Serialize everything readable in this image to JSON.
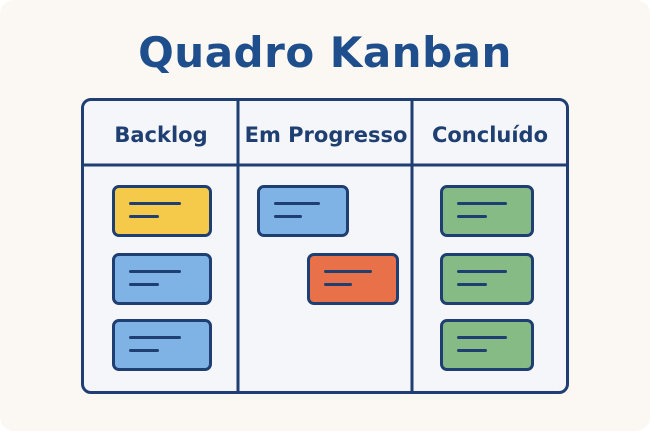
{
  "title": "Quadro Kanban",
  "columns": [
    {
      "header": "Backlog",
      "cards": [
        {
          "color": "#f5c94a"
        },
        {
          "color": "#7fb3e6"
        },
        {
          "color": "#7fb3e6"
        }
      ]
    },
    {
      "header": "Em Progresso",
      "cards": [
        {
          "color": "#7fb3e6"
        },
        {
          "color": "#e8714a"
        }
      ]
    },
    {
      "header": "Concluído",
      "cards": [
        {
          "color": "#86bb85"
        },
        {
          "color": "#86bb85"
        },
        {
          "color": "#86bb85"
        }
      ]
    }
  ],
  "colors": {
    "title": "#1f4e8c",
    "border": "#1f3f73",
    "background": "#fbf8f3",
    "board": "#f4f6f9"
  }
}
